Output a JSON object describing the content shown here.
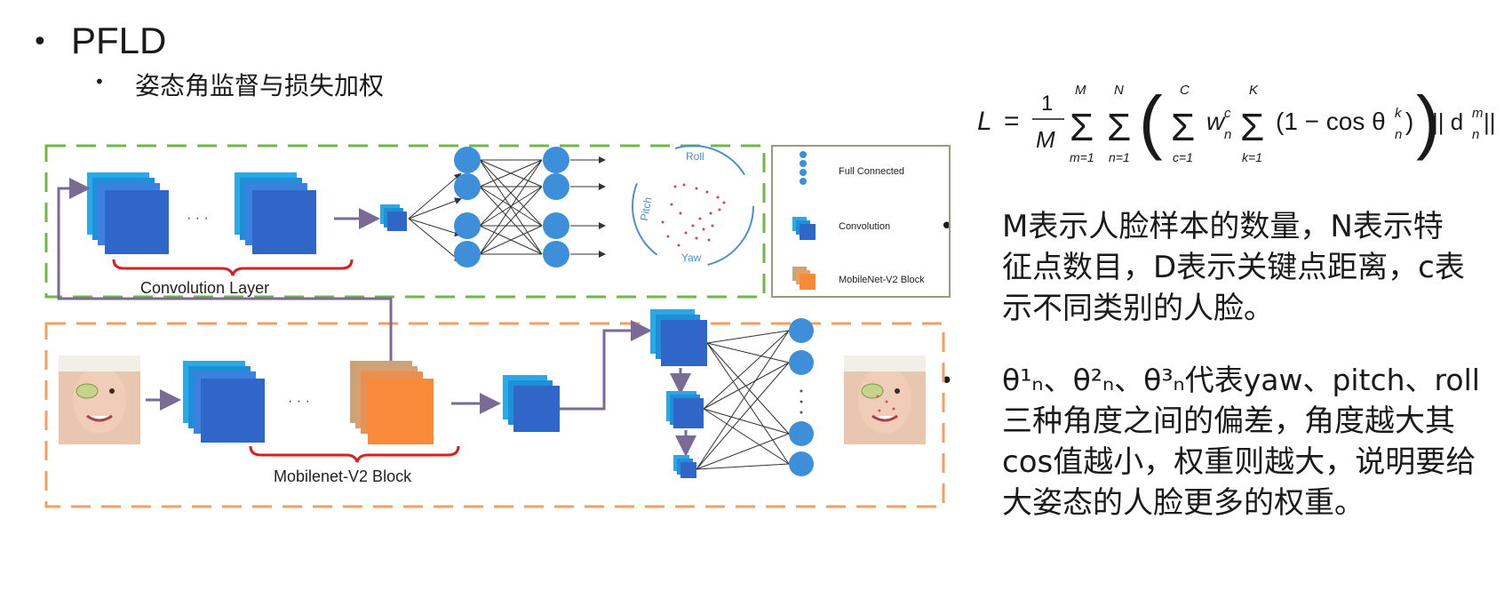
{
  "slide": {
    "title": "PFLD",
    "subtitle": "姿态角监督与损失加权",
    "bullet_glyph": "•",
    "sub_bullet_glyph": "•"
  },
  "diagram": {
    "convolution_layer_label": "Convolution Layer",
    "mobilenet_block_label": "Mobilenet-V2 Block",
    "ellipsis": "· · ·",
    "pose_labels": {
      "roll": "Roll",
      "pitch": "Pitch",
      "yaw": "Yaw"
    },
    "legend": {
      "full_connected": "Full Connected",
      "convolution": "Convolution",
      "mobilenet": "MobileNet-V2 Block"
    },
    "colors": {
      "green_box": "#6fb847",
      "orange_box": "#f0a060",
      "blue_block": "#2e6fd0",
      "cyan_block": "#2aa9e8",
      "orange_block": "#f98a3a",
      "tan_block": "#c8a47a",
      "node": "#3d8fd9",
      "bracket": "#d92020",
      "arrow": "#7a6a96"
    }
  },
  "formula": {
    "L": "L",
    "eq": "=",
    "frac_num": "1",
    "frac_den": "M",
    "sum_m_top": "M",
    "sum_m_bot": "m=1",
    "sum_n_top": "N",
    "sum_n_bot": "n=1",
    "sum_c_top": "C",
    "sum_c_bot": "c=1",
    "weight": "w",
    "weight_sup": "c",
    "weight_sub": "n",
    "sum_k_top": "K",
    "sum_k_bot": "k=1",
    "cos_term": "(1 − cos θ",
    "theta_sup": "k",
    "theta_sub": "n",
    "close_paren": ")",
    "norm_open": "|| d",
    "d_sup": "m",
    "d_sub": "n",
    "norm_close": "||"
  },
  "notes": [
    {
      "bullet": "•",
      "lines": [
        "M表示人脸样本的数量，N表示特",
        "征点数目，D表示关键点距离，c表",
        "示不同类别的人脸。"
      ]
    },
    {
      "bullet": "•",
      "theta_prefix": "θ",
      "lines": [
        "θ¹ₙ、θ²ₙ、θ³ₙ代表yaw、pitch、roll",
        "三种角度之间的偏差，角度越大其",
        "cos值越小，权重则越大，说明要给",
        "大姿态的人脸更多的权重。"
      ]
    }
  ]
}
